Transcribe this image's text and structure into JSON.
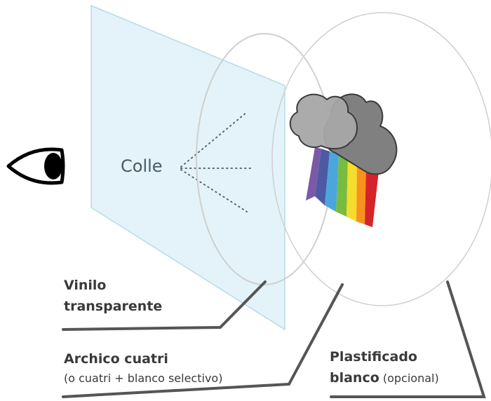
{
  "diagram": {
    "colle_label": "Colle",
    "labels": {
      "vinilo_line1": "Vinilo",
      "vinilo_line2": "transparente",
      "archico_title": "Archico cuatri",
      "archico_sub": "(o cuatri + blanco selectivo)",
      "plastificado_line1": "Plastificado",
      "plastificado_bold": "blanco",
      "plastificado_rest": " (opcional)"
    },
    "icons": {
      "eye": "eye-icon",
      "cloud": "cloud-icon",
      "rainbow": "rainbow-stripes"
    },
    "colors": {
      "panel_fill": "#e3f3f9",
      "panel_stroke": "#b6dbe8",
      "leader_line": "#555555",
      "text": "#3a3a3a",
      "cloud_back": "#808080",
      "cloud_front": "#a6a6a6",
      "rainbow": [
        "#7b59a6",
        "#4d5aa3",
        "#4aa6dd",
        "#76bd3f",
        "#f4dd2c",
        "#f7931d",
        "#d6232a"
      ]
    }
  }
}
